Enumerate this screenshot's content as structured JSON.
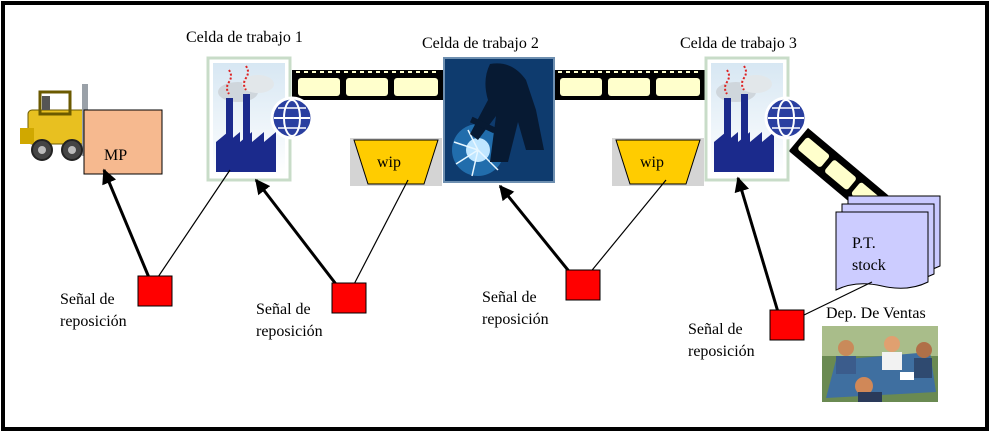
{
  "cells": [
    {
      "title": "Celda de trabajo 1",
      "icon": "factory-globe-icon"
    },
    {
      "title": "Celda de trabajo 2",
      "icon": "welder-icon"
    },
    {
      "title": "Celda de trabajo 3",
      "icon": "factory-globe-icon"
    }
  ],
  "raw_material": {
    "label": "MP",
    "icon": "forklift-icon",
    "color": "#f6b98f"
  },
  "buffers": [
    {
      "label": "wip",
      "color": "#ffcc00"
    },
    {
      "label": "wip",
      "color": "#ffcc00"
    }
  ],
  "finished_goods": {
    "line1": "P.T.",
    "line2": "stock",
    "color": "#ccccff"
  },
  "sales": {
    "label": "Dep. De Ventas",
    "icon": "meeting-icon"
  },
  "signals": [
    {
      "line1": "Señal de",
      "line2": "reposición"
    },
    {
      "line1": "Señal de",
      "line2": "reposición"
    },
    {
      "line1": "Señal de",
      "line2": "reposición"
    },
    {
      "line1": "Señal de",
      "line2": "reposición"
    }
  ],
  "colors": {
    "signal": "#ff0000",
    "frame": "#000000",
    "conveyor": "#ffffcc"
  }
}
